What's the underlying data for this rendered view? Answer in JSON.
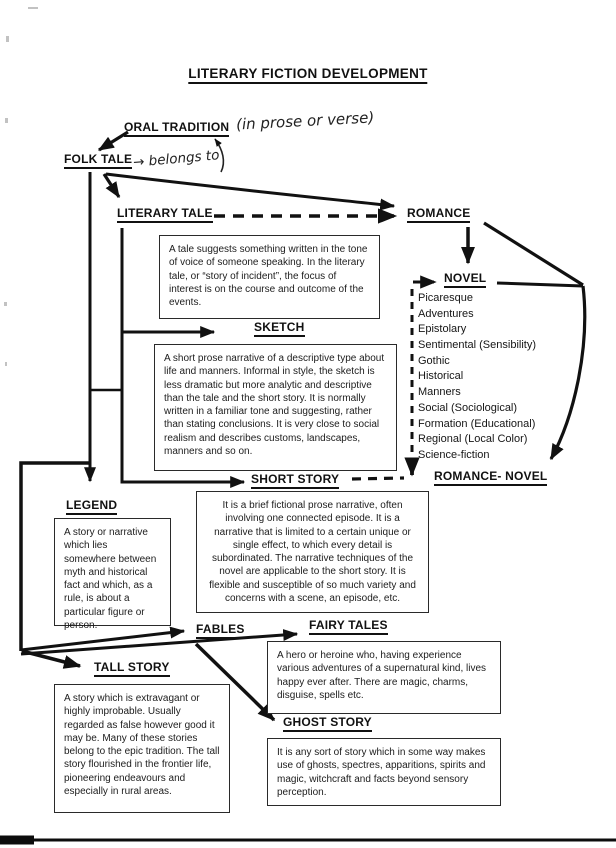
{
  "page": {
    "title": "LITERARY FICTION DEVELOPMENT"
  },
  "nodes": {
    "oral_tradition": "ORAL TRADITION",
    "folk_tale": "FOLK TALE",
    "literary_tale": "LITERARY TALE",
    "romance": "ROMANCE",
    "novel": "NOVEL",
    "sketch": "SKETCH",
    "short_story": "SHORT STORY",
    "romance_novel": "ROMANCE- NOVEL",
    "legend": "LEGEND",
    "fables": "FABLES",
    "fairy_tales": "FAIRY TALES",
    "tall_story": "TALL STORY",
    "ghost_story": "GHOST STORY"
  },
  "annotations": {
    "prose_or_verse": "(in prose or verse)",
    "belongs_to": "→ belongs to"
  },
  "descriptions": {
    "literary_tale": "A tale suggests something written in the tone of voice of someone speaking.  In the literary tale, or “story of incident”, the focus of interest is on the course and outcome of the events.",
    "sketch": "A short prose narrative of a descriptive type about life and manners.  Informal in style, the sketch is less dramatic but more analytic and descriptive than the tale and the short story. It is normally written in a familiar tone and suggesting, rather than stating conclusions. It is very close to social realism and describes customs, landscapes, manners and so on.",
    "short_story": "It is a brief fictional prose narrative, often involving one connected episode. It is a narrative that is limited to a certain unique or single effect, to which every detail is subordinated. The narrative techniques of the novel are applicable to the short story. It is flexible and susceptible of so much variety and concerns with a scene, an episode, etc.",
    "legend": "A story or narrative which lies somewhere between myth and historical fact and which, as a rule, is about a particular figure or person.",
    "fairy_tales": "A hero or heroine who, having experience various adventures of a supernatural kind, lives happy ever after.  There are magic, charms, disguise, spells etc.",
    "tall_story": "A story which is extravagant or highly improbable. Usually regarded as false however good it may be. Many of these stories belong to the epic tradition. The tall story flourished in the frontier life, pioneering endeavours and especially in rural areas.",
    "ghost_story": "It is any sort of story which in some way makes use of ghosts, spectres, apparitions, spirits and magic, witchcraft and facts beyond sensory perception."
  },
  "novel_types": [
    "Picaresque",
    "Adventures",
    "Epistolary",
    "Sentimental (Sensibility)",
    "Gothic",
    "Historical",
    "Manners",
    "Social (Sociological)",
    "Formation (Educational)",
    "Regional (Local Color)",
    "Science-fiction"
  ],
  "colors": {
    "ink": "#141414",
    "paper": "#ffffff"
  }
}
